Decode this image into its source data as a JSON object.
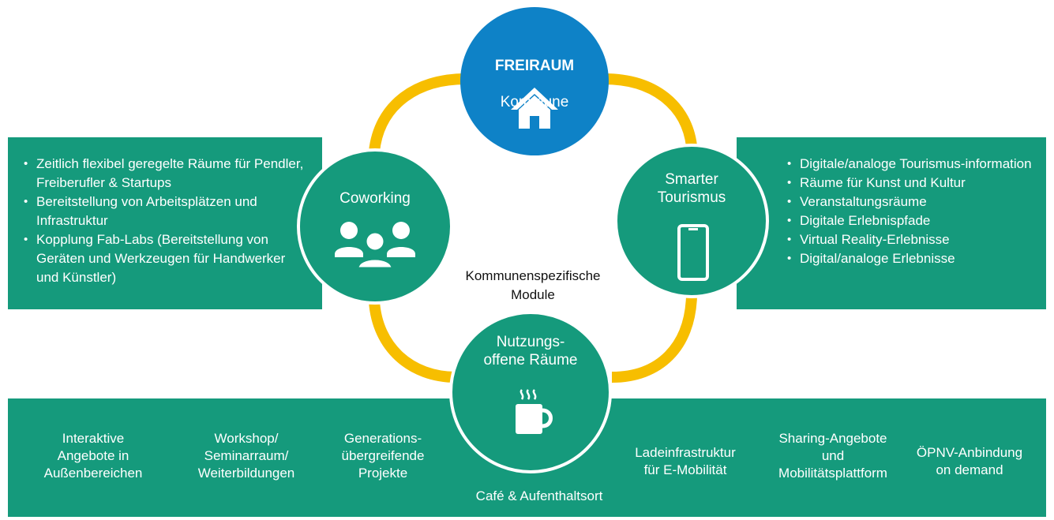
{
  "hub": {
    "title_bold": "FREIRAUM",
    "title_sub": "Kommune",
    "icon": "house-icon"
  },
  "modules": {
    "coworking": {
      "title": "Coworking",
      "icon": "group-people-icon"
    },
    "tourismus": {
      "title": "Smarter\nTourismus",
      "icon": "smartphone-icon"
    },
    "raeume": {
      "title": "Nutzungs-\noffene Räume",
      "icon": "coffee-cup-icon"
    }
  },
  "center_label": "Kommunenspezifische\nModule",
  "left_list": [
    "Zeitlich flexibel geregelte Räume für Pendler, Freiberufler & Startups",
    "Bereitstellung von Arbeitsplätzen und Infrastruktur",
    "Kopplung Fab-Labs (Bereitstellung von Geräten und Werkzeugen für Handwerker und Künstler)"
  ],
  "right_list": [
    "Digitale/analoge Tourismus-information",
    "Räume für Kunst und Kultur",
    "Veranstaltungsräume",
    "Digitale Erlebnispfade",
    "Virtual Reality-Erlebnisse",
    "Digital/analoge Erlebnisse"
  ],
  "bottom_items": [
    "Interaktive\nAngebote in\nAußenbereichen",
    "Workshop/\nSeminarraum/\nWeiterbildungen",
    "Generations-\nübergreifende\nProjekte",
    "Café & Aufenthaltsort",
    "Ladeinfrastruktur\nfür E-Mobilität",
    "Sharing-Angebote\nund\nMobilitätsplattform",
    "ÖPNV-Anbindung\non demand"
  ],
  "colors": {
    "green": "#159a7c",
    "blue": "#0e82c7",
    "ring": "#f7be00"
  }
}
